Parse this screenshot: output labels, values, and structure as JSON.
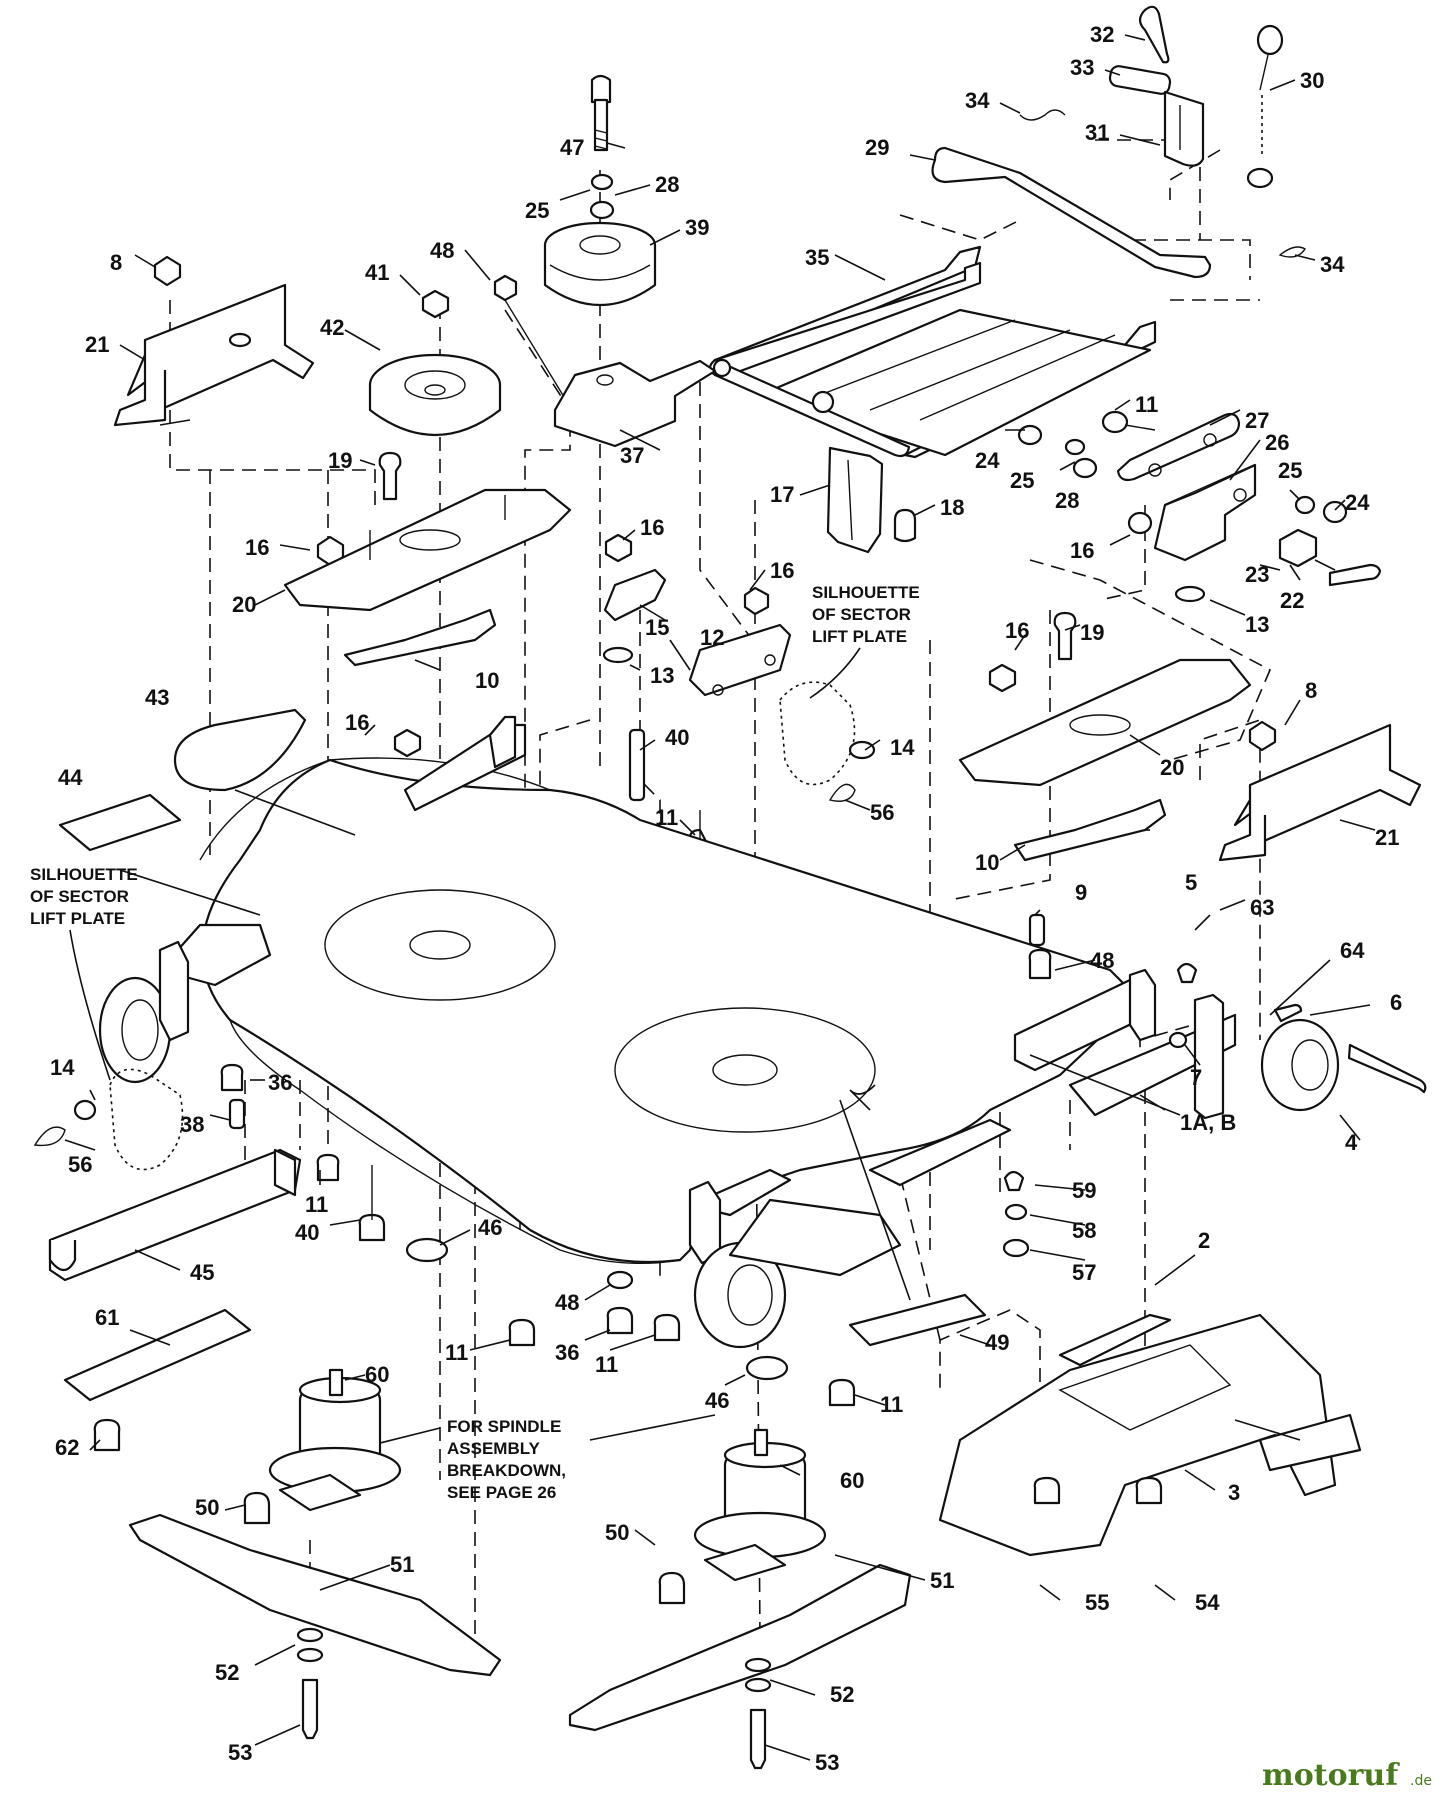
{
  "callouts": [
    {
      "id": "c32",
      "text": "32"
    },
    {
      "id": "c33",
      "text": "33"
    },
    {
      "id": "c30",
      "text": "30"
    },
    {
      "id": "c34a",
      "text": "34"
    },
    {
      "id": "c31",
      "text": "31"
    },
    {
      "id": "c47",
      "text": "47"
    },
    {
      "id": "c28a",
      "text": "28"
    },
    {
      "id": "c29",
      "text": "29"
    },
    {
      "id": "c25a",
      "text": "25"
    },
    {
      "id": "c39",
      "text": "39"
    },
    {
      "id": "c34b",
      "text": "34"
    },
    {
      "id": "c8a",
      "text": "8"
    },
    {
      "id": "c48a",
      "text": "48"
    },
    {
      "id": "c41",
      "text": "41"
    },
    {
      "id": "c35",
      "text": "35"
    },
    {
      "id": "c21a",
      "text": "21"
    },
    {
      "id": "c42",
      "text": "42"
    },
    {
      "id": "c37",
      "text": "37"
    },
    {
      "id": "c11a",
      "text": "11"
    },
    {
      "id": "c27",
      "text": "27"
    },
    {
      "id": "c24a",
      "text": "24"
    },
    {
      "id": "c25b",
      "text": "25"
    },
    {
      "id": "c26",
      "text": "26"
    },
    {
      "id": "c19a",
      "text": "19"
    },
    {
      "id": "c28b",
      "text": "28"
    },
    {
      "id": "c25c",
      "text": "25"
    },
    {
      "id": "c24b",
      "text": "24"
    },
    {
      "id": "c17",
      "text": "17"
    },
    {
      "id": "c18",
      "text": "18"
    },
    {
      "id": "c16a",
      "text": "16"
    },
    {
      "id": "c16b",
      "text": "16"
    },
    {
      "id": "c16c",
      "text": "16"
    },
    {
      "id": "c23",
      "text": "23"
    },
    {
      "id": "c22",
      "text": "22"
    },
    {
      "id": "c16d",
      "text": "16"
    },
    {
      "id": "c20a",
      "text": "20"
    },
    {
      "id": "c15",
      "text": "15"
    },
    {
      "id": "c13a",
      "text": "13"
    },
    {
      "id": "c12",
      "text": "12"
    },
    {
      "id": "c16e",
      "text": "16"
    },
    {
      "id": "c19b",
      "text": "19"
    },
    {
      "id": "c10a",
      "text": "10"
    },
    {
      "id": "c13b",
      "text": "13"
    },
    {
      "id": "c8b",
      "text": "8"
    },
    {
      "id": "c43",
      "text": "43"
    },
    {
      "id": "c16f",
      "text": "16"
    },
    {
      "id": "c40a",
      "text": "40"
    },
    {
      "id": "c14a",
      "text": "14"
    },
    {
      "id": "c20b",
      "text": "20"
    },
    {
      "id": "c44",
      "text": "44"
    },
    {
      "id": "c11b",
      "text": "11"
    },
    {
      "id": "c56a",
      "text": "56"
    },
    {
      "id": "c21b",
      "text": "21"
    },
    {
      "id": "c10b",
      "text": "10"
    },
    {
      "id": "c5",
      "text": "5"
    },
    {
      "id": "c63",
      "text": "63"
    },
    {
      "id": "c9",
      "text": "9"
    },
    {
      "id": "c48b",
      "text": "48"
    },
    {
      "id": "c64",
      "text": "64"
    },
    {
      "id": "c6",
      "text": "6"
    },
    {
      "id": "c7",
      "text": "7"
    },
    {
      "id": "c14b",
      "text": "14"
    },
    {
      "id": "c36a",
      "text": "36"
    },
    {
      "id": "c38",
      "text": "38"
    },
    {
      "id": "c1ab",
      "text": "1A, B"
    },
    {
      "id": "c4",
      "text": "4"
    },
    {
      "id": "c56b",
      "text": "56"
    },
    {
      "id": "c11c",
      "text": "11"
    },
    {
      "id": "c59",
      "text": "59"
    },
    {
      "id": "c40b",
      "text": "40"
    },
    {
      "id": "c58",
      "text": "58"
    },
    {
      "id": "c46a",
      "text": "46"
    },
    {
      "id": "c57",
      "text": "57"
    },
    {
      "id": "c45",
      "text": "45"
    },
    {
      "id": "c2",
      "text": "2"
    },
    {
      "id": "c48c",
      "text": "48"
    },
    {
      "id": "c61",
      "text": "61"
    },
    {
      "id": "c36b",
      "text": "36"
    },
    {
      "id": "c11d",
      "text": "11"
    },
    {
      "id": "c11e",
      "text": "11"
    },
    {
      "id": "c49",
      "text": "49"
    },
    {
      "id": "c60a",
      "text": "60"
    },
    {
      "id": "c46b",
      "text": "46"
    },
    {
      "id": "c11f",
      "text": "11"
    },
    {
      "id": "c62",
      "text": "62"
    },
    {
      "id": "c50a",
      "text": "50"
    },
    {
      "id": "c60b",
      "text": "60"
    },
    {
      "id": "c3",
      "text": "3"
    },
    {
      "id": "c50b",
      "text": "50"
    },
    {
      "id": "c51a",
      "text": "51"
    },
    {
      "id": "c51b",
      "text": "51"
    },
    {
      "id": "c55",
      "text": "55"
    },
    {
      "id": "c54",
      "text": "54"
    },
    {
      "id": "c52a",
      "text": "52"
    },
    {
      "id": "c52b",
      "text": "52"
    },
    {
      "id": "c53a",
      "text": "53"
    },
    {
      "id": "c53b",
      "text": "53"
    }
  ],
  "notes": {
    "silhouette_right": [
      "SILHOUETTE",
      "OF SECTOR",
      "LIFT PLATE"
    ],
    "silhouette_left": [
      "SILHOUETTE",
      "OF SECTOR",
      "LIFT PLATE"
    ],
    "spindle": [
      "FOR SPINDLE",
      "ASSEMBLY",
      "BREAKDOWN,",
      "SEE PAGE 26"
    ]
  },
  "watermark": {
    "main": "motoruf",
    "suffix": ".de"
  }
}
